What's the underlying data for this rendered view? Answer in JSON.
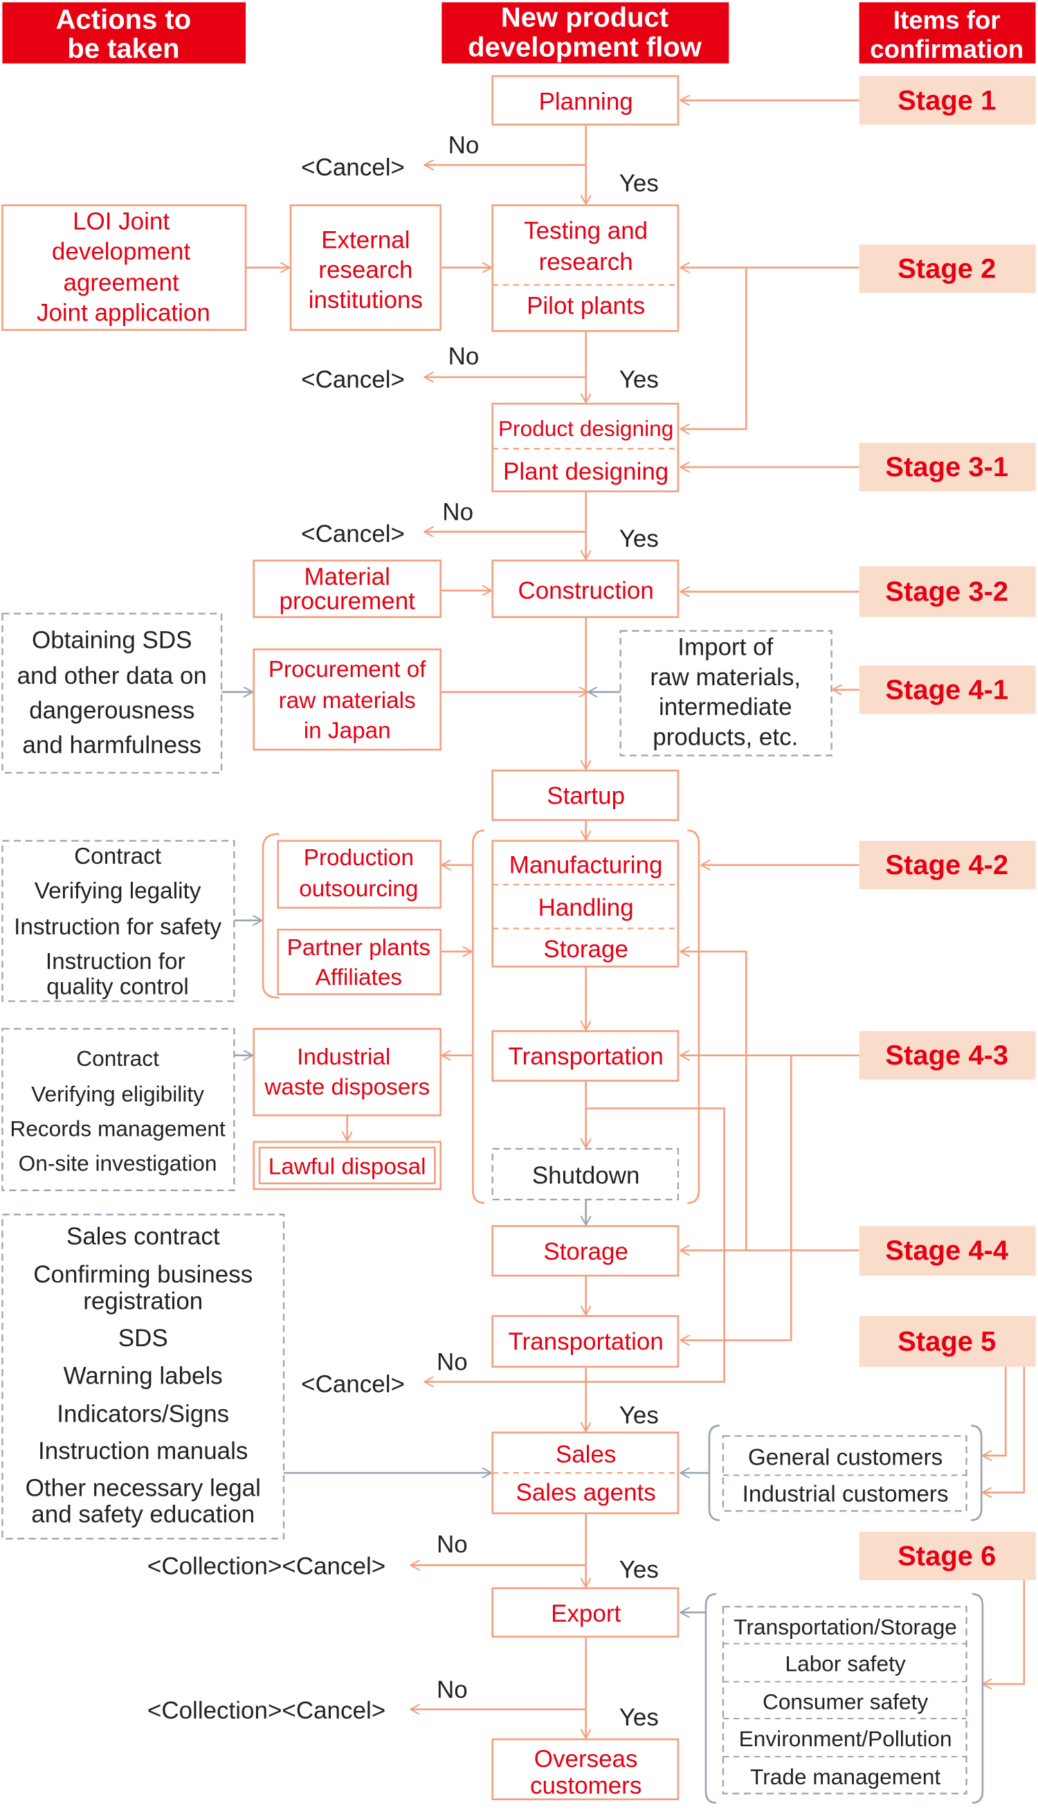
{
  "headers": {
    "actions": [
      "Actions to",
      "be taken"
    ],
    "flow": [
      "New product",
      "development flow"
    ],
    "items": [
      "Items for",
      "confirmation"
    ]
  },
  "flow": {
    "planning": "Planning",
    "testing": [
      "Testing and",
      "research"
    ],
    "pilot": "Pilot plants",
    "product_designing": "Product designing",
    "plant_designing": "Plant designing",
    "construction": "Construction",
    "startup": "Startup",
    "manufacturing": "Manufacturing",
    "handling": "Handling",
    "storage": "Storage",
    "transportation": "Transportation",
    "shutdown": "Shutdown",
    "storage2": "Storage",
    "transportation2": "Transportation",
    "sales": "Sales",
    "sales_agents": "Sales agents",
    "export": "Export",
    "overseas": [
      "Overseas",
      "customers"
    ]
  },
  "decisions": {
    "no": "No",
    "yes": "Yes",
    "cancel": "<Cancel>",
    "collection_cancel": "<Collection><Cancel>"
  },
  "actions": {
    "loi": [
      "LOI Joint",
      "development",
      "agreement",
      "Joint application"
    ],
    "external": [
      "External",
      "research",
      "institutions"
    ],
    "material": [
      "Material",
      "procurement"
    ],
    "sds": [
      "Obtaining SDS",
      "and other data on",
      "dangerousness",
      "and harmfulness"
    ],
    "procurement_raw": [
      "Procurement of",
      "raw materials",
      "in Japan"
    ],
    "import": [
      "Import of",
      "raw materials,",
      "intermediate",
      "products, etc."
    ],
    "contract1": [
      "Contract",
      "Verifying legality",
      "Instruction for safety",
      "Instruction for",
      "quality control"
    ],
    "production_outsourcing": [
      "Production",
      "outsourcing"
    ],
    "partner": [
      "Partner plants",
      "Affiliates"
    ],
    "contract2": [
      "Contract",
      "Verifying eligibility",
      "Records management",
      "On-site investigation"
    ],
    "industrial_waste": [
      "Industrial",
      "waste disposers"
    ],
    "lawful": "Lawful disposal",
    "sales_list": [
      "Sales contract",
      "Confirming business",
      "registration",
      "SDS",
      "Warning labels",
      "Indicators/Signs",
      "Instruction manuals",
      "Other necessary legal",
      "and safety education"
    ]
  },
  "customers": [
    "General customers",
    "Industrial customers"
  ],
  "export_items": [
    "Transportation/Storage",
    "Labor safety",
    "Consumer safety",
    "Environment/Pollution",
    "Trade management"
  ],
  "stages": [
    "Stage 1",
    "Stage 2",
    "Stage 3-1",
    "Stage 3-2",
    "Stage 4-1",
    "Stage 4-2",
    "Stage 4-3",
    "Stage 4-4",
    "Stage 5",
    "Stage 6"
  ],
  "colors": {
    "red": "#e60012",
    "line": "#f4a07f",
    "stage_fill": "#fadccb",
    "gray": "#9aa5b4"
  }
}
